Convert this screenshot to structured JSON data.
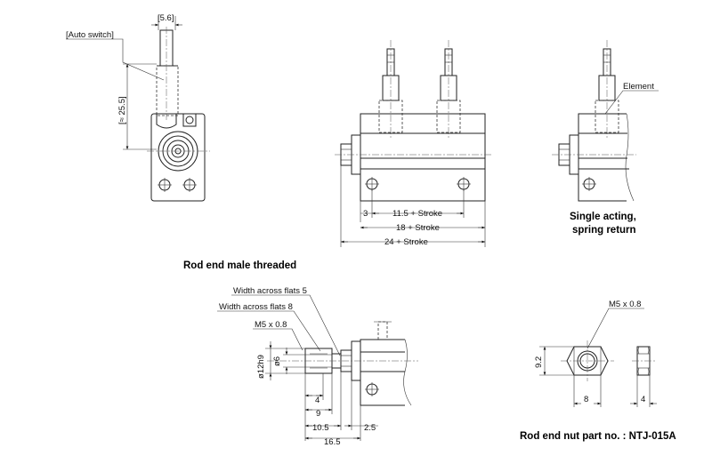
{
  "labels": {
    "dim_5_6": "[5.6]",
    "auto_switch": "[Auto switch]",
    "dim_25_5": "[≈ 25.5]",
    "element": "Element",
    "dim_3": "3",
    "dim_11_5_stroke": "11.5 + Stroke",
    "dim_18_stroke": "18 + Stroke",
    "dim_24_stroke": "24 + Stroke",
    "single_acting_line1": "Single acting,",
    "single_acting_line2": "spring return",
    "rod_end_male_threaded": "Rod end male threaded",
    "width_flats_5": "Width across flats 5",
    "width_flats_8": "Width across flats 8",
    "m5_thread": "M5 x 0.8",
    "dia_12h9": "ø12h9",
    "dia_6": "ø6",
    "dim_4": "4",
    "dim_9": "9",
    "dim_10_5": "10.5",
    "dim_2_5": "2.5",
    "dim_16_5": "16.5",
    "nut_m5": "M5 x 0.8",
    "dim_9_2": "9.2",
    "nut_dim_8": "8",
    "nut_dim_4": "4",
    "nut_part_no": "Rod end nut part no. : NTJ-015A"
  }
}
